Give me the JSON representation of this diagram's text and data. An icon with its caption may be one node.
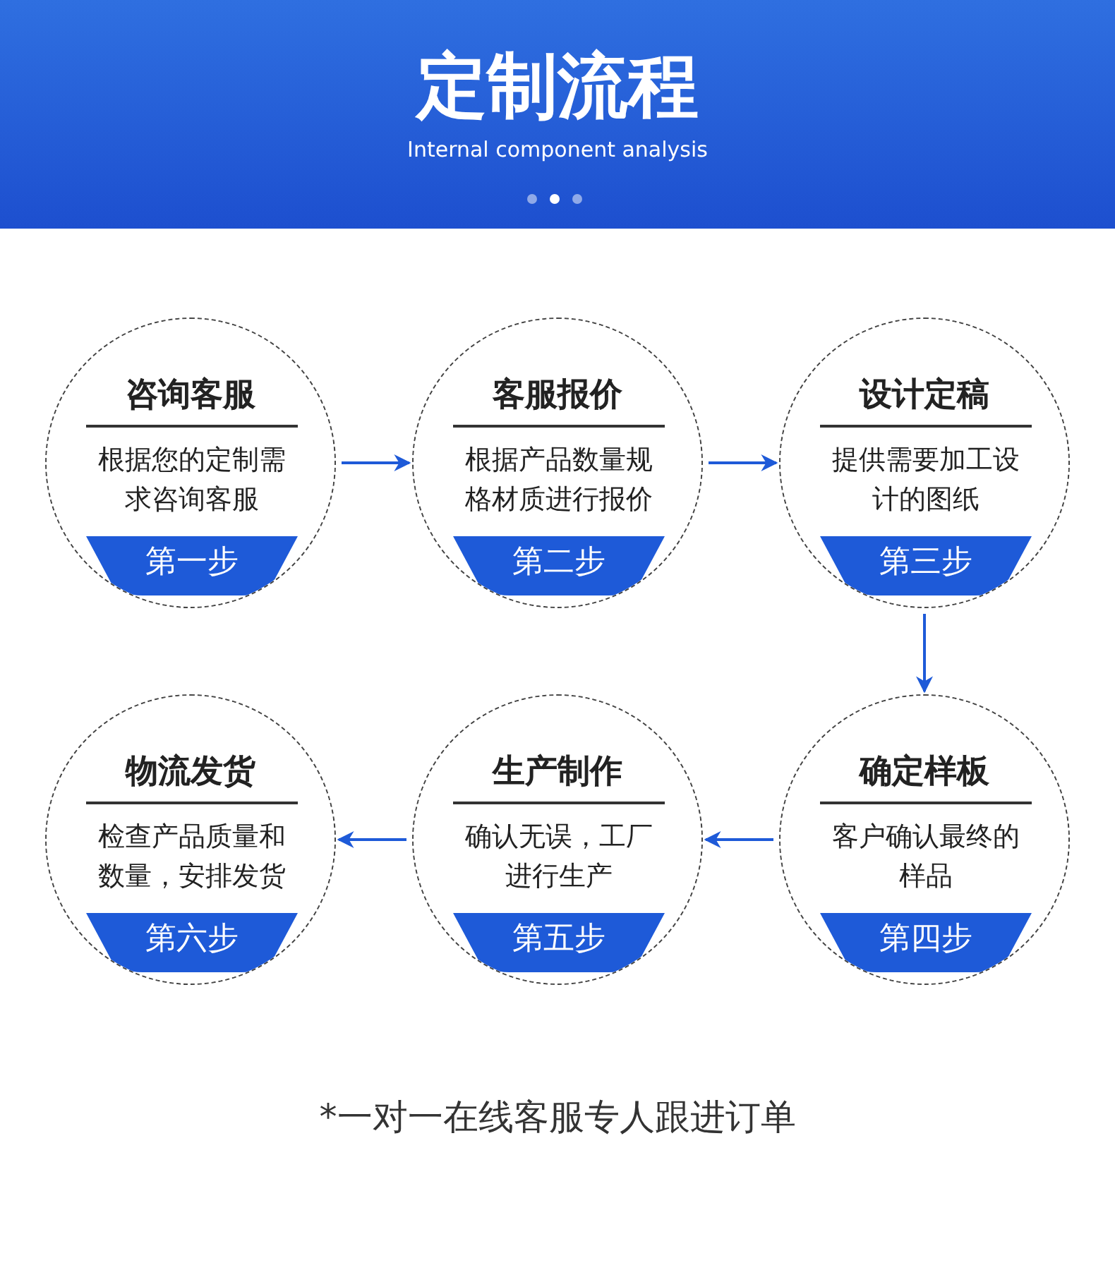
{
  "diagram": {
    "title": "定制流程",
    "nodes": [
      {
        "text": [
          "咨询客服",
          "根据您的定制需求咨询客服",
          "第一步"
        ]
      },
      {
        "text": [
          "客服报价",
          "根据产品数量规格材质进行报价",
          "第二步"
        ]
      },
      {
        "text": [
          "设计定稿",
          "提供需要加工设计的图纸",
          "第三步"
        ]
      },
      {
        "text": [
          "确定样板",
          "客户确认最终的样品",
          "第四步"
        ]
      },
      {
        "text": [
          "生产制作",
          "确认无误，工厂进行生产",
          "第五步"
        ]
      },
      {
        "text": [
          "物流发货",
          "检查产品质量和数量，安排发货",
          "第六步"
        ]
      }
    ],
    "edges": [
      {
        "from": 0,
        "to": 1,
        "arrow": "to"
      },
      {
        "from": 1,
        "to": 2,
        "arrow": "to"
      },
      {
        "from": 2,
        "to": 3,
        "arrow": "to"
      },
      {
        "from": 3,
        "to": 4,
        "arrow": "to"
      },
      {
        "from": 4,
        "to": 5,
        "arrow": "to"
      }
    ],
    "labels": [
      "Internal component analysis",
      "*一对一在线客服专人跟进订单"
    ]
  }
}
